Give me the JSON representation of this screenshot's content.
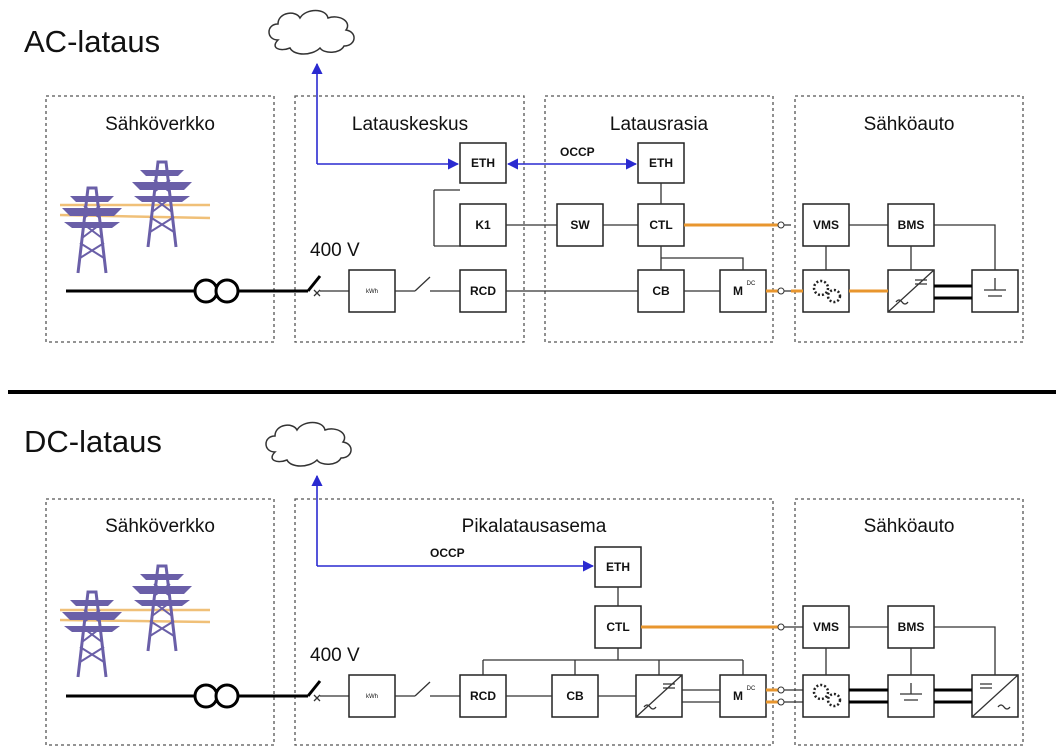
{
  "ac": {
    "title": "AC-lataus",
    "regions": {
      "grid": "Sähköverkko",
      "center": "Latauskeskus",
      "box": "Latausrasia",
      "car": "Sähköauto"
    },
    "voltage": "400 V",
    "protocol": "OCCP",
    "blocks": {
      "eth1": "ETH",
      "eth2": "ETH",
      "k1": "K1",
      "sw": "SW",
      "ctl": "CTL",
      "cb": "CB",
      "rcd": "RCD",
      "kwh": "kWh",
      "mdc_main": "M",
      "mdc_sup": "DC",
      "vms": "VMS",
      "bms": "BMS"
    }
  },
  "dc": {
    "title": "DC-lataus",
    "regions": {
      "grid": "Sähköverkko",
      "station": "Pikalatausasema",
      "car": "Sähköauto"
    },
    "voltage": "400 V",
    "protocol": "OCCP",
    "blocks": {
      "eth": "ETH",
      "ctl": "CTL",
      "rcd": "RCD",
      "cb": "CB",
      "kwh": "kWh",
      "mdc_main": "M",
      "mdc_sup": "DC",
      "vms": "VMS",
      "bms": "BMS"
    }
  },
  "colors": {
    "power_line": "#000000",
    "signal_line": "#e8962e",
    "network_line": "#2a2ad0",
    "pylon": "#6a5fa8",
    "pylon_cross": "#f0c078"
  },
  "icons": [
    "cloud-icon",
    "pylon-icon",
    "transformer-icon",
    "switch-icon",
    "motor-gear-icon",
    "converter-icon",
    "battery-icon"
  ]
}
